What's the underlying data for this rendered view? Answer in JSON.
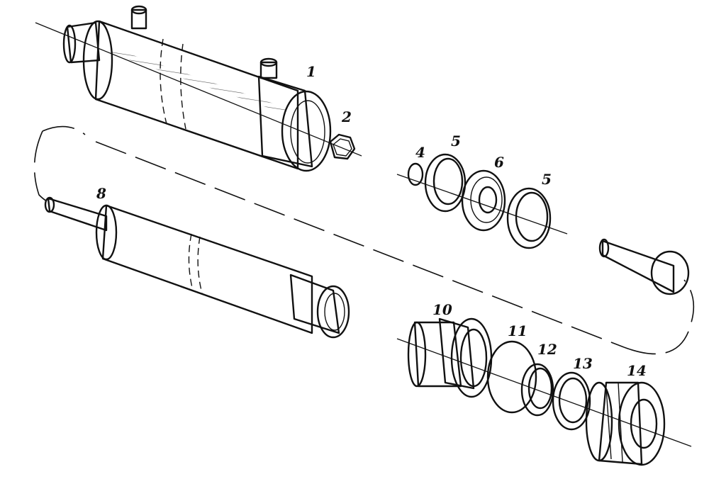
{
  "diagram": {
    "parts": [
      {
        "id": "part-1",
        "label": "1"
      },
      {
        "id": "part-2",
        "label": "2"
      },
      {
        "id": "part-4",
        "label": "4"
      },
      {
        "id": "part-5a",
        "label": "5"
      },
      {
        "id": "part-6",
        "label": "6"
      },
      {
        "id": "part-5b",
        "label": "5"
      },
      {
        "id": "part-8",
        "label": "8"
      },
      {
        "id": "part-10",
        "label": "10"
      },
      {
        "id": "part-11",
        "label": "11"
      },
      {
        "id": "part-12",
        "label": "12"
      },
      {
        "id": "part-13",
        "label": "13"
      },
      {
        "id": "part-14",
        "label": "14"
      }
    ]
  }
}
